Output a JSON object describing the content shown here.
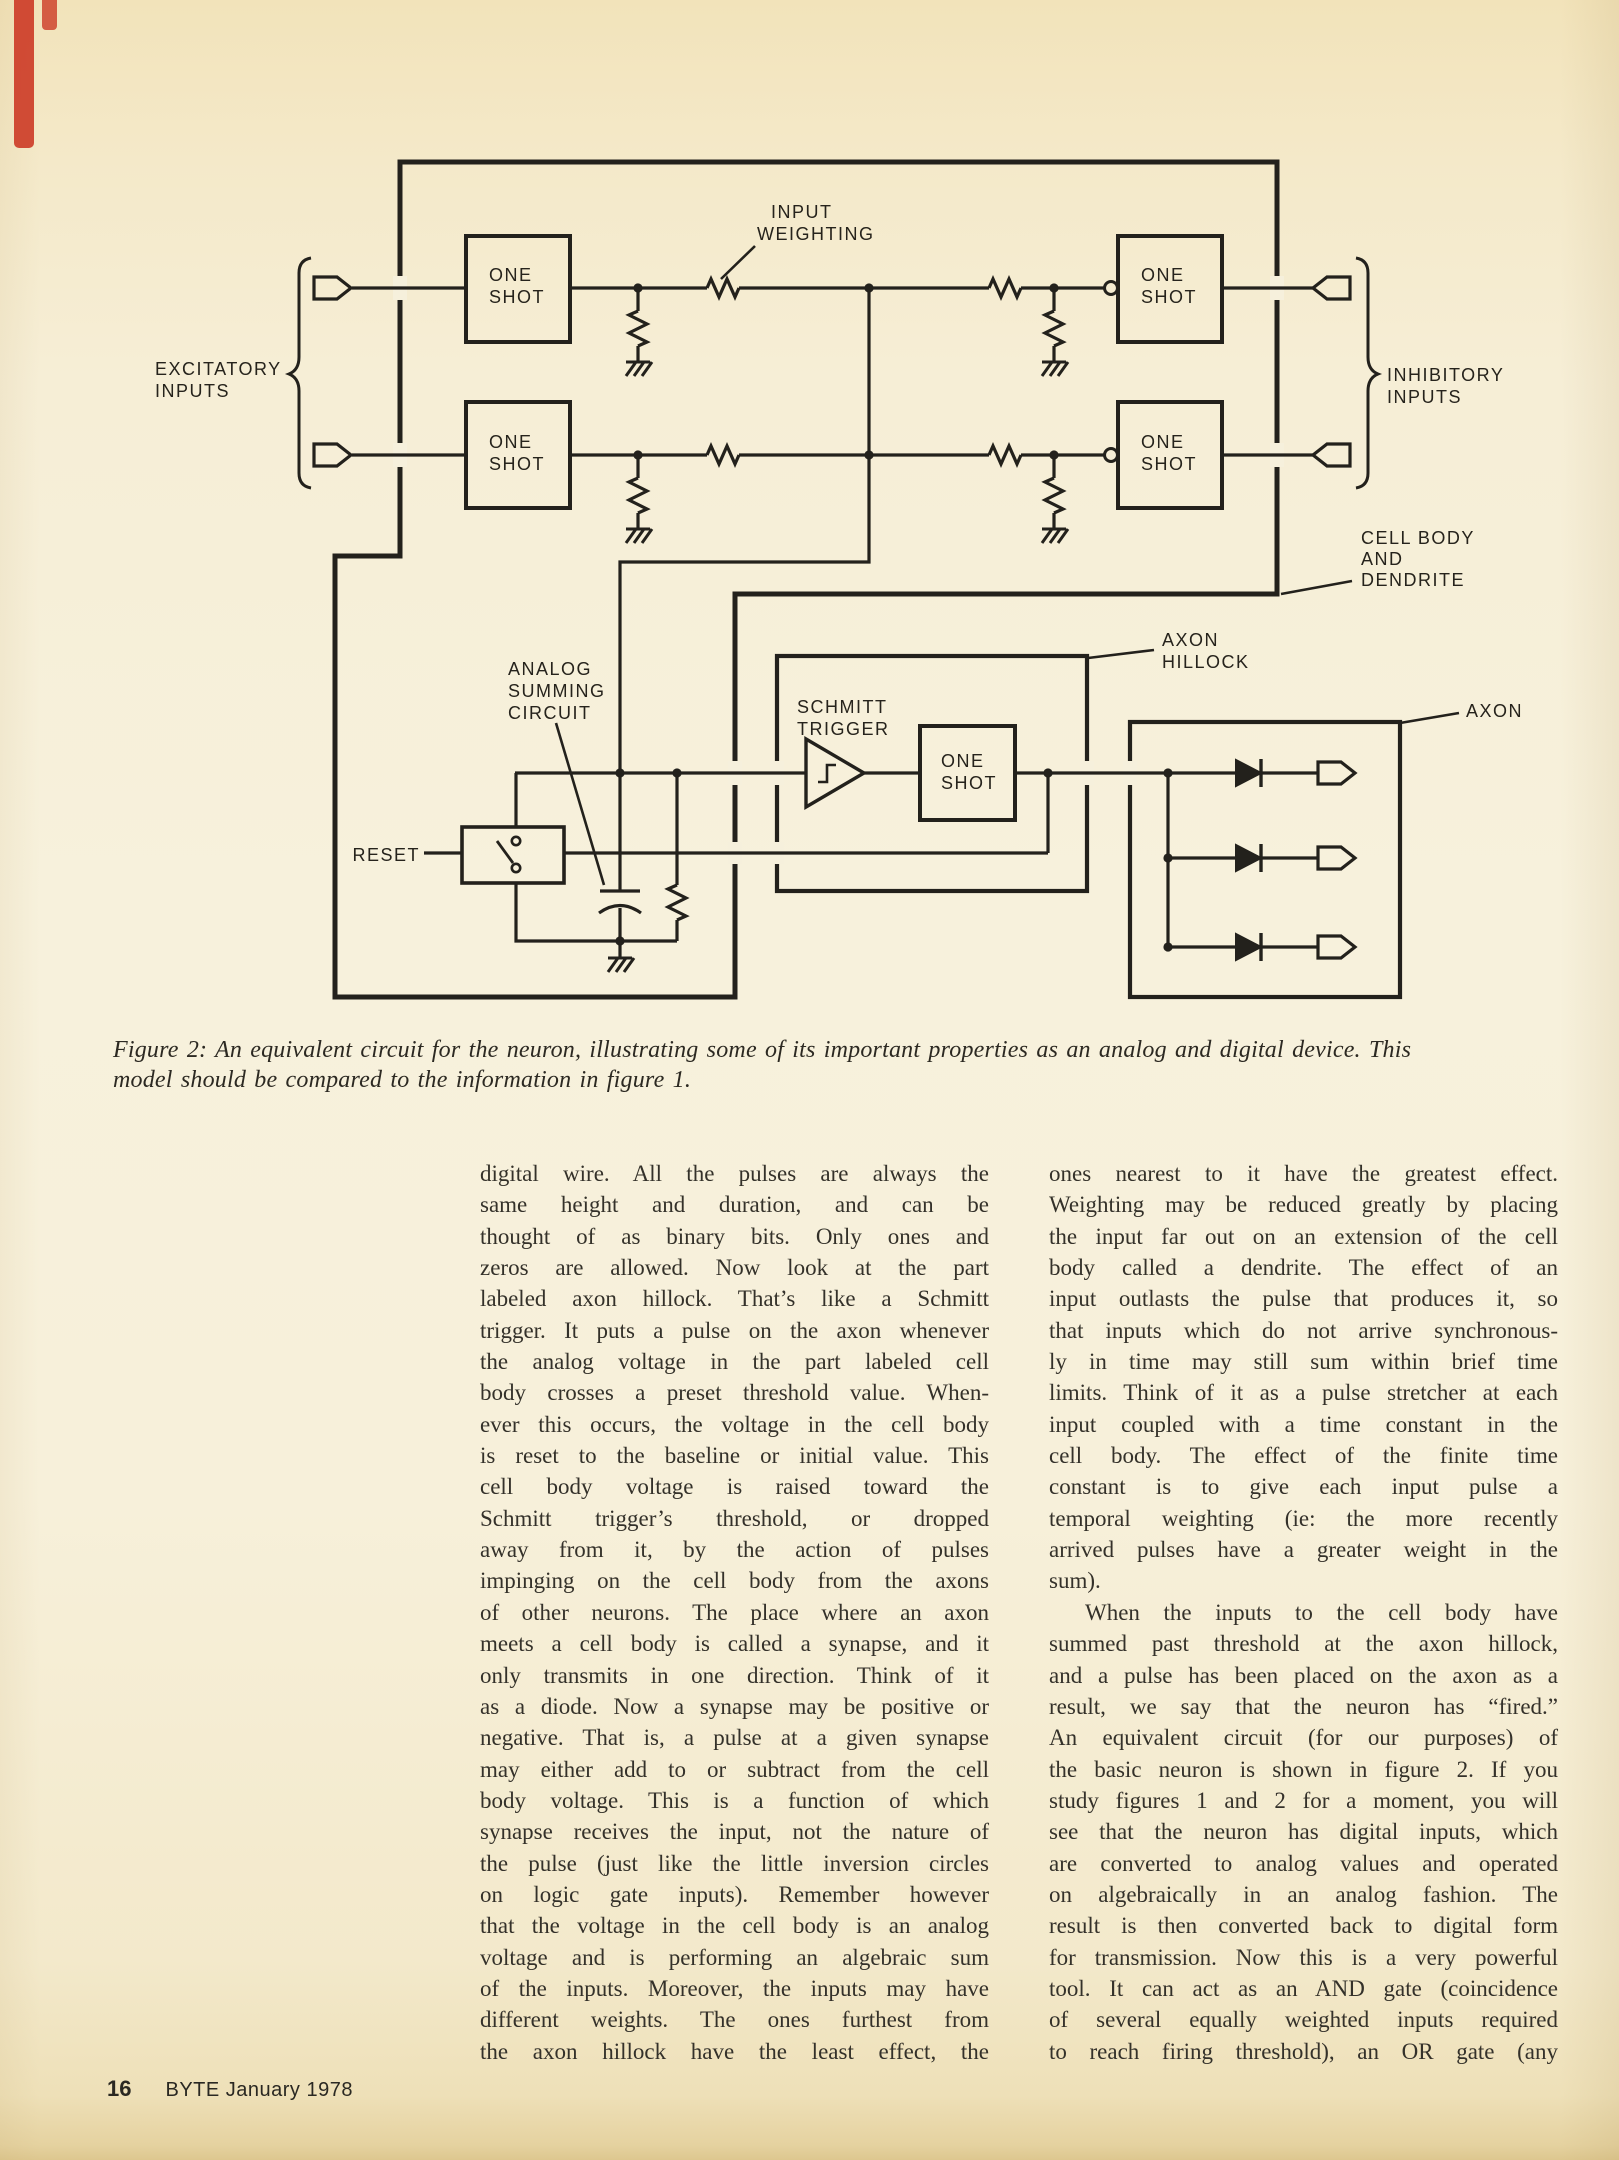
{
  "colors": {
    "paper": "#f6efd8",
    "diagram_ink": "#23211c",
    "text_ink": "#34312a",
    "red_mark": "#cc3a26"
  },
  "figure_labels": {
    "excitatory": [
      "EXCITATORY",
      "INPUTS"
    ],
    "inhibitory": [
      "INHIBITORY",
      "INPUTS"
    ],
    "input_weighting": [
      "INPUT",
      "WEIGHTING"
    ],
    "one_shot": [
      "ONE",
      "SHOT"
    ],
    "cell_body": [
      "CELL BODY",
      "AND",
      "DENDRITE"
    ],
    "axon_hillock": [
      "AXON",
      "HILLOCK"
    ],
    "axon": "AXON",
    "analog_summing": [
      "ANALOG",
      "SUMMING",
      "CIRCUIT"
    ],
    "schmitt_trigger": [
      "SCHMITT",
      "TRIGGER"
    ],
    "reset": "RESET"
  },
  "caption": {
    "lines": [
      "Figure 2: An equivalent circuit for the neuron, illustrating some of its important properties as an analog and digital device. This",
      "model should be compared to the information in figure 1."
    ]
  },
  "article": {
    "left_column": {
      "lines": [
        "digital wire. All the pulses are always the",
        "same height and duration, and can be",
        "thought of as binary bits. Only ones and",
        "zeros are allowed. Now look at the part",
        "labeled axon hillock. That’s like a Schmitt",
        "trigger. It puts a pulse on the axon whenever",
        "the analog voltage in the part labeled cell",
        "body crosses a preset threshold value. When-",
        "ever this occurs, the voltage in the cell body",
        "is reset to the baseline or initial value. This",
        "cell body voltage is raised toward the",
        "Schmitt trigger’s threshold, or dropped",
        "away from it, by the action of pulses",
        "impinging on the cell body from the axons",
        "of other neurons. The place where an axon",
        "meets a cell body is called a synapse, and it",
        "only transmits in one direction. Think of it",
        "as a diode. Now a synapse may be positive or",
        "negative. That is, a pulse at a given synapse",
        "may either add to or subtract from the cell",
        "body voltage. This is a function of which",
        "synapse receives the input, not the nature of",
        "the pulse (just like the little inversion circles",
        "on logic gate inputs). Remember however",
        "that the voltage in the cell body is an analog",
        "voltage and is performing an algebraic sum",
        "of the inputs. Moreover, the inputs may have",
        "different weights. The ones furthest from",
        "the axon hillock have the least effect, the"
      ],
      "ragged_lines": [],
      "indent_lines": []
    },
    "right_column": {
      "lines": [
        "ones nearest to it have the greatest effect.",
        "Weighting may be reduced greatly by placing",
        "the input far out on an extension of the cell",
        "body called a dendrite. The effect of an",
        "input outlasts the pulse that produces it, so",
        "that inputs which do not arrive synchronous-",
        "ly in time may still sum within brief time",
        "limits. Think of it as a pulse stretcher at each",
        "input coupled with a time constant in the",
        "cell body. The effect of the finite time",
        "constant is to give each input pulse a",
        "temporal weighting (ie: the more recently",
        "arrived pulses have a greater weight in the",
        "sum).",
        "When the inputs to the cell body have",
        "summed past threshold at the axon hillock,",
        "and a pulse has been placed on the axon as a",
        "result, we say that the neuron has “fired.”",
        "An equivalent circuit (for our purposes) of",
        "the basic neuron is shown in figure 2. If you",
        "study figures 1 and 2 for a moment, you will",
        "see that the neuron has digital inputs, which",
        "are converted to analog values and operated",
        "on algebraically in an analog fashion. The",
        "result is then converted back to digital form",
        "for transmission. Now this is a very powerful",
        "tool. It can act as an AND gate (coincidence",
        "of several equally weighted inputs required",
        "to reach firing threshold), an OR gate (any"
      ],
      "ragged_lines": [
        13
      ],
      "indent_lines": [
        14
      ]
    }
  },
  "footer": {
    "page_number": "16",
    "issue": "BYTE January 1978"
  }
}
